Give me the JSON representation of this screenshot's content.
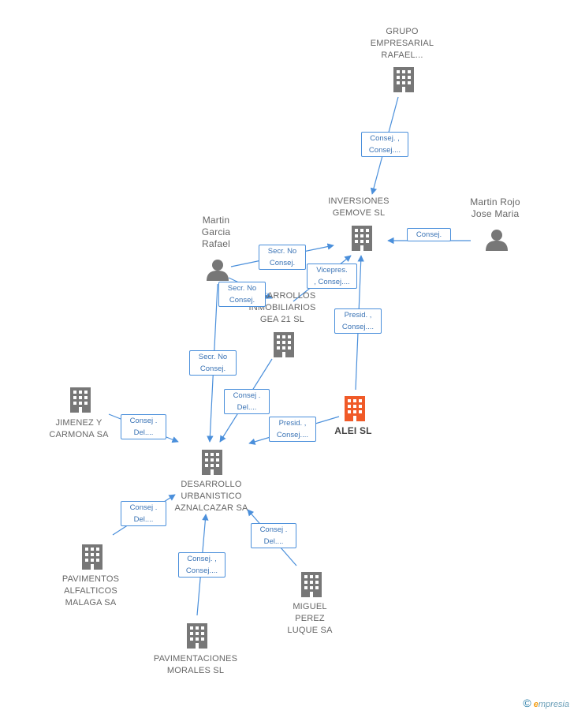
{
  "colors": {
    "edge": "#4a8fdb",
    "building": "#777777",
    "building_main": "#f05a28",
    "person": "#777777"
  },
  "nodes": {
    "grupo": {
      "label": [
        "GRUPO",
        "EMPRESARIAL",
        "RAFAEL..."
      ]
    },
    "inversiones": {
      "label": [
        "INVERSIONES",
        "GEMOVE SL"
      ]
    },
    "martin_rojo": {
      "label": [
        "Martin Rojo",
        "Jose Maria"
      ]
    },
    "martin_garcia": {
      "label": [
        "Martin",
        "Garcia",
        "Rafael"
      ]
    },
    "gea21": {
      "label": [
        "DESARROLLOS",
        "INMOBILIARIOS",
        "GEA 21 SL"
      ]
    },
    "alei": {
      "label": [
        "ALEI SL"
      ]
    },
    "jimenez": {
      "label": [
        "JIMENEZ Y",
        "CARMONA SA"
      ]
    },
    "desarrollo": {
      "label": [
        "DESARROLLO",
        "URBANISTICO",
        "AZNALCAZAR SA"
      ]
    },
    "pav_malaga": {
      "label": [
        "PAVIMENTOS",
        "ALFALTICOS",
        "MALAGA SA"
      ]
    },
    "miguel": {
      "label": [
        "MIGUEL",
        "PEREZ",
        "LUQUE SA"
      ]
    },
    "pav_morales": {
      "label": [
        "PAVIMENTACIONES",
        "MORALES  SL"
      ]
    }
  },
  "edges": {
    "e1": [
      "Consej. ,",
      "Consej...."
    ],
    "e2": [
      "Consej."
    ],
    "e3": [
      "Secr. No",
      "Consej."
    ],
    "e4": [
      "Vicepres.",
      ", Consej...."
    ],
    "e5": [
      "Presid. ,",
      "Consej...."
    ],
    "e6": [
      "Secr. No",
      "Consej."
    ],
    "e7": [
      "Secr. No",
      "Consej."
    ],
    "e8": [
      "Consej .",
      "Del...."
    ],
    "e9": [
      "Consej .",
      "Del...."
    ],
    "e10": [
      "Presid. ,",
      "Consej...."
    ],
    "e11": [
      "Consej .",
      "Del...."
    ],
    "e12": [
      "Consej .",
      "Del...."
    ],
    "e13": [
      "Consej. ,",
      "Consej...."
    ]
  },
  "footer": {
    "copyright": "©",
    "brand_e": "e",
    "brand_rest": "mpresia"
  }
}
